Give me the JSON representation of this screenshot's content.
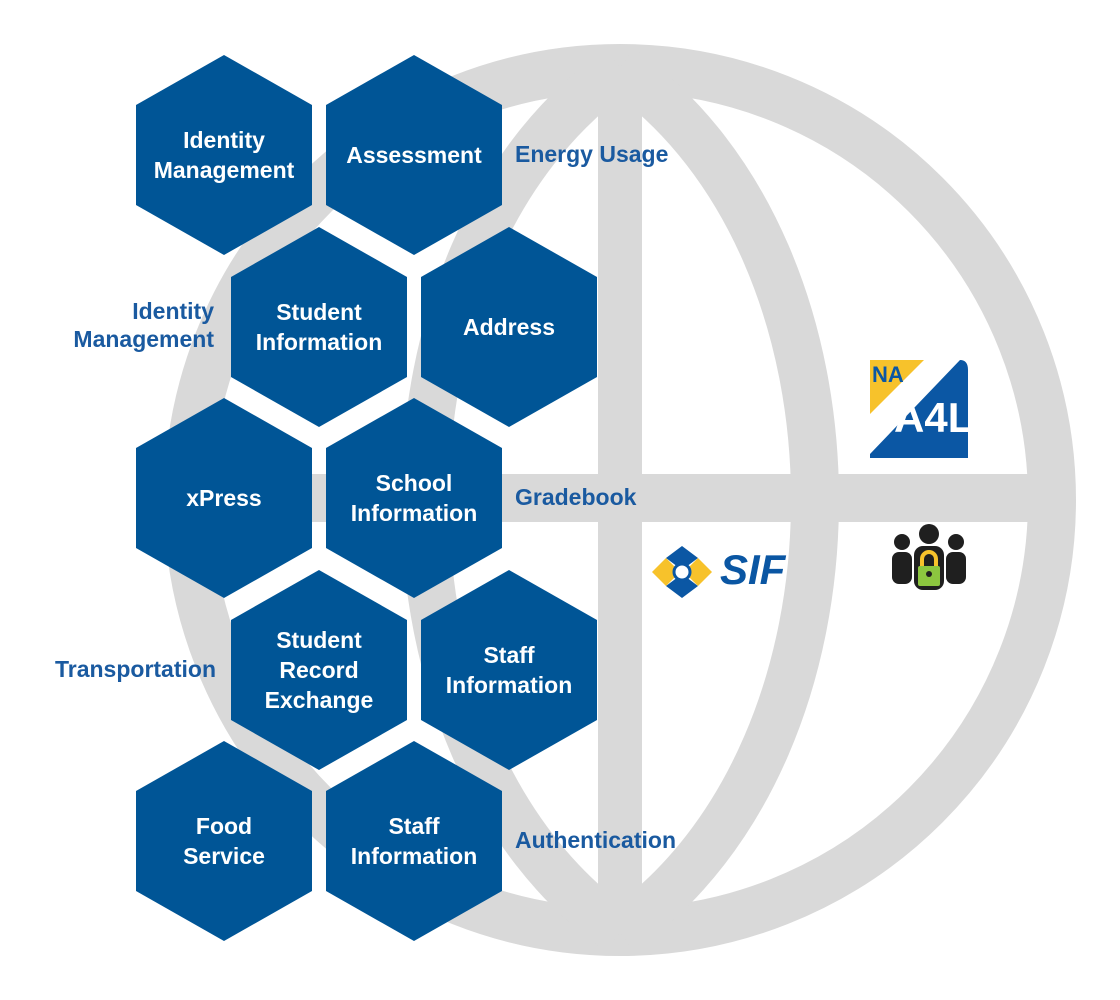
{
  "hexagons": [
    {
      "label": "Identity\nManagement"
    },
    {
      "label": "Assessment"
    },
    {
      "label": "Student\nInformation"
    },
    {
      "label": "Address"
    },
    {
      "label": "xPress"
    },
    {
      "label": "School\nInformation"
    },
    {
      "label": "Student\nRecord\nExchange"
    },
    {
      "label": "Staff\nInformation"
    },
    {
      "label": "Food\nService"
    },
    {
      "label": "Staff\nInformation"
    }
  ],
  "side_labels": [
    {
      "label": "Energy Usage"
    },
    {
      "label": "Identity\nManagement"
    },
    {
      "label": "Gradebook"
    },
    {
      "label": "Transportation"
    },
    {
      "label": "Authentication"
    }
  ],
  "logos": {
    "a4l_na": "NA",
    "a4l_main": "A4L",
    "sif": "SIF"
  },
  "colors": {
    "hex_fill": "#005596",
    "label_text": "#1a5aa0",
    "globe": "#d9d9d9",
    "a4l_blue": "#0b57a4",
    "a4l_yellow": "#f7c22b"
  },
  "icons": [
    "globe-icon",
    "a4l-logo",
    "sif-logo",
    "secure-people-icon"
  ]
}
